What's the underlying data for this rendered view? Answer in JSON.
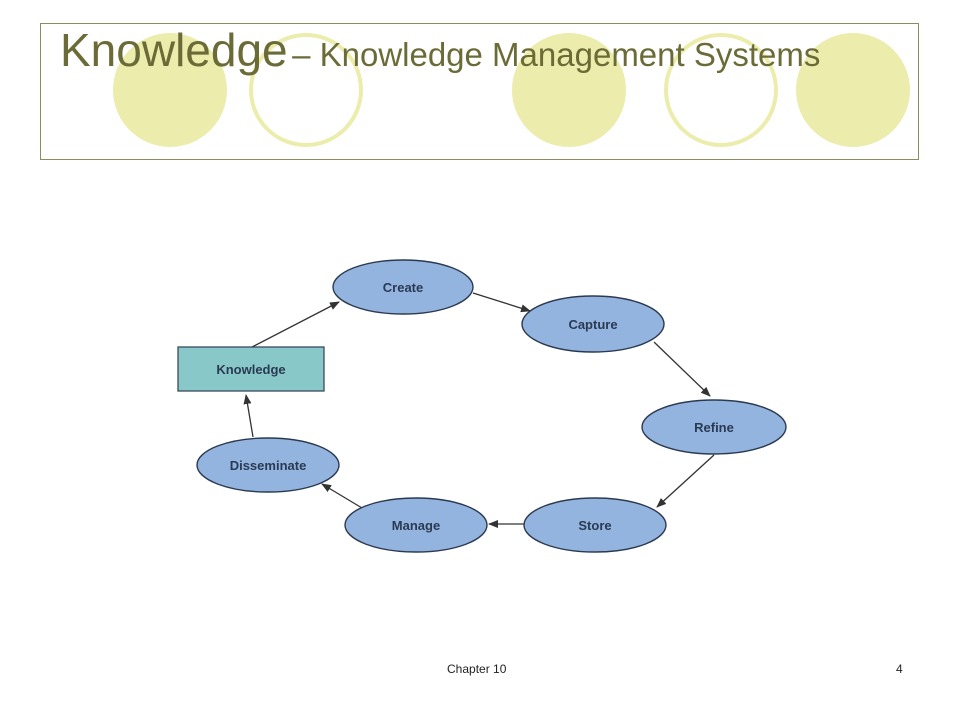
{
  "slide": {
    "title_main": "Knowledge",
    "title_sub": "– Knowledge Management Systems",
    "footer_chapter": "Chapter 10",
    "footer_page": "4"
  },
  "diagram": {
    "nodes": {
      "knowledge": "Knowledge",
      "create": "Create",
      "capture": "Capture",
      "refine": "Refine",
      "store": "Store",
      "manage": "Manage",
      "disseminate": "Disseminate"
    },
    "flow": [
      "Knowledge",
      "Create",
      "Capture",
      "Refine",
      "Store",
      "Manage",
      "Disseminate",
      "Knowledge"
    ]
  },
  "colors": {
    "ellipse_fill": "#94b4e0",
    "box_fill": "#88c8c8",
    "decor_circle": "#ecedac",
    "title_text": "#6b6b38"
  }
}
